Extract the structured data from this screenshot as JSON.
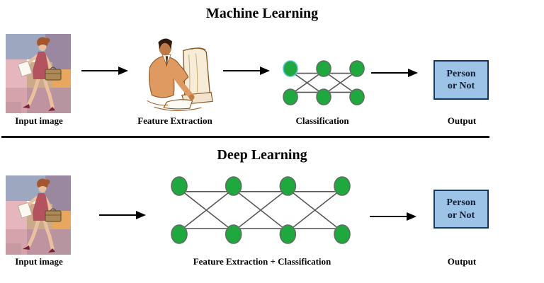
{
  "ml_section": {
    "title": "Machine Learning",
    "input_label": "Input image",
    "feature_extraction_label": "Feature Extraction",
    "classification_label": "Classification",
    "output_label": "Output",
    "output_box": {
      "line1": "Person",
      "line2": "or Not"
    }
  },
  "dl_section": {
    "title": "Deep Learning",
    "input_label": "Input image",
    "network_label": "Feature Extraction + Classification",
    "output_label": "Output",
    "output_box": {
      "line1": "Person",
      "line2": "or Not"
    }
  },
  "networks": {
    "classification": {
      "columns": 3,
      "rows": 2,
      "node_rx": 10,
      "node_ry": 11,
      "first_node_border": "#56c4cf"
    },
    "deep": {
      "columns": 4,
      "rows": 2,
      "node_rx": 11,
      "node_ry": 13
    }
  },
  "colors": {
    "node_fill": "#1ea83d",
    "node_border": "#5f6f62",
    "edge": "#595959",
    "arrow": "#000000",
    "output_fill": "#9dc3e6",
    "output_border": "#17365d",
    "output_text": "#141e38",
    "divider": "#141414",
    "text": "#000000"
  }
}
